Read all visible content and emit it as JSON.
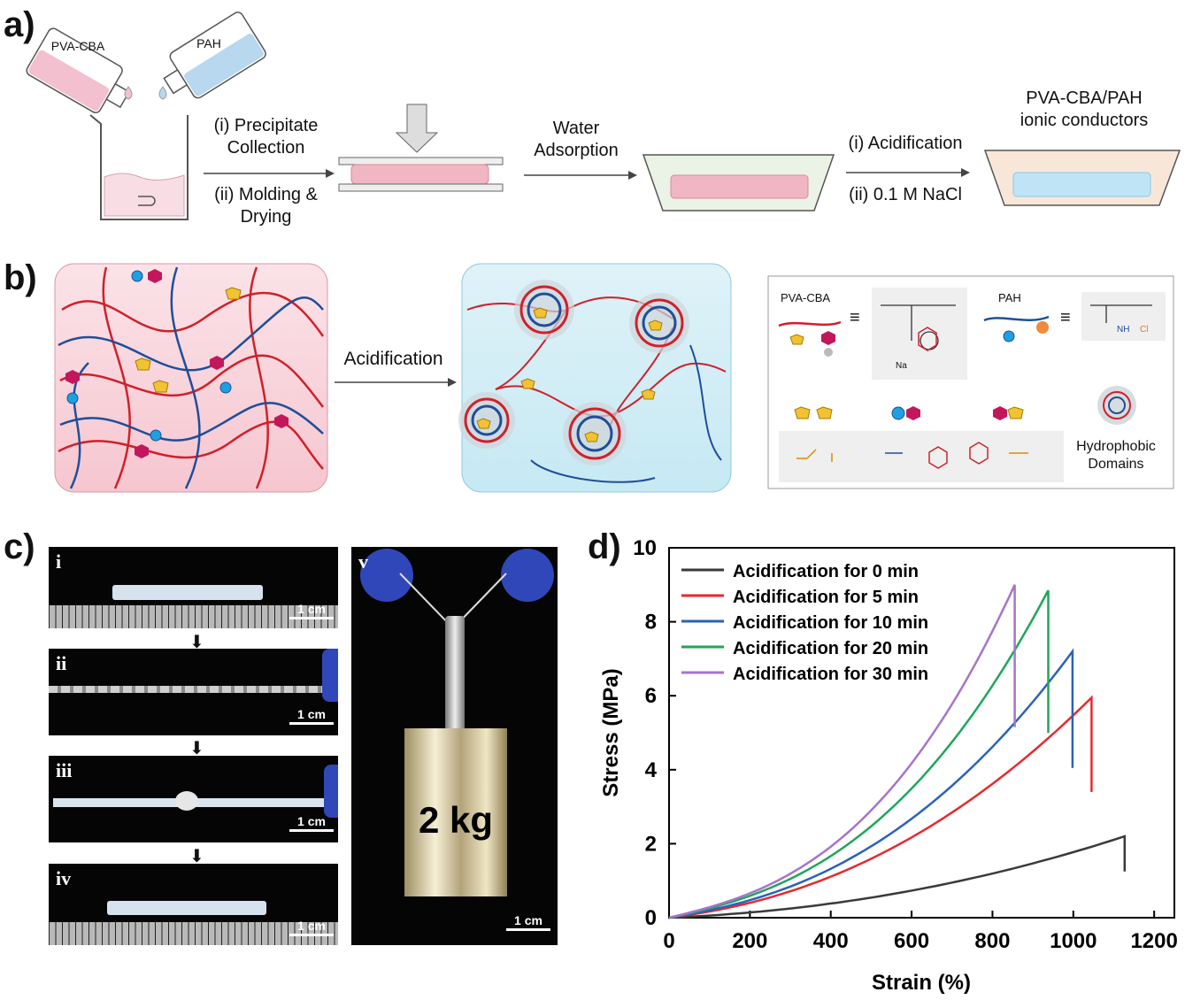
{
  "panel_a": {
    "label": "a)",
    "bottle_left": "PVA-CBA",
    "bottle_right": "PAH",
    "step1_top": "(i) Precipitate\nCollection",
    "step1_bottom": "(ii) Molding &\nDrying",
    "step2": "Water\nAdsorption",
    "step3_top": "(i) Acidification",
    "step3_bottom": "(ii) 0.1 M NaCl",
    "final": "PVA-CBA/PAH\nionic conductors"
  },
  "panel_b": {
    "label": "b)",
    "arrow_label": "Acidification",
    "legend": {
      "pva_cba": "PVA-CBA",
      "pah": "PAH",
      "equiv": "≡",
      "na": "Na",
      "cl": "Cl",
      "nh3": "NH",
      "hydrophobic": "Hydrophobic\nDomains",
      "colors": {
        "red": "#d0202a",
        "blue": "#1f4e9a",
        "gold": "#f1c232",
        "cyan": "#1ea0e0",
        "crimson": "#c2185b"
      }
    }
  },
  "panel_c": {
    "label": "c)",
    "photos": [
      {
        "id": "i",
        "scale": "1 cm"
      },
      {
        "id": "ii",
        "scale": "1 cm"
      },
      {
        "id": "iii",
        "scale": "1 cm"
      },
      {
        "id": "iv",
        "scale": "1 cm"
      }
    ],
    "big_photo": {
      "id": "v",
      "weight": "2 kg",
      "scale": "1 cm"
    }
  },
  "panel_d": {
    "label": "d)"
  },
  "chart_data": {
    "type": "line",
    "xlabel": "Strain (%)",
    "ylabel": "Stress (MPa)",
    "xlim": [
      0,
      1250
    ],
    "ylim": [
      0,
      10
    ],
    "xticks": [
      0,
      200,
      400,
      600,
      800,
      1000,
      1200
    ],
    "yticks": [
      0,
      2,
      4,
      6,
      8,
      10
    ],
    "legend_position": "top-left",
    "series": [
      {
        "name": "Acidification for 0 min",
        "color": "#3a3a3a",
        "max_strain": 1127,
        "max_stress": 2.2,
        "drop_to": 1.25,
        "exp": 2.1
      },
      {
        "name": "Acidification for 5 min",
        "color": "#e8282e",
        "max_strain": 1045,
        "max_stress": 5.95,
        "drop_to": 3.4,
        "exp": 2.2
      },
      {
        "name": "Acidification for 10 min",
        "color": "#2a62b8",
        "max_strain": 998,
        "max_stress": 7.2,
        "drop_to": 4.05,
        "exp": 2.4
      },
      {
        "name": "Acidification for 20 min",
        "color": "#1fa65a",
        "max_strain": 938,
        "max_stress": 8.85,
        "drop_to": 5.0,
        "exp": 2.6
      },
      {
        "name": "Acidification for 30 min",
        "color": "#a774c9",
        "max_strain": 855,
        "max_stress": 9.0,
        "drop_to": 5.15,
        "exp": 2.7
      }
    ]
  }
}
